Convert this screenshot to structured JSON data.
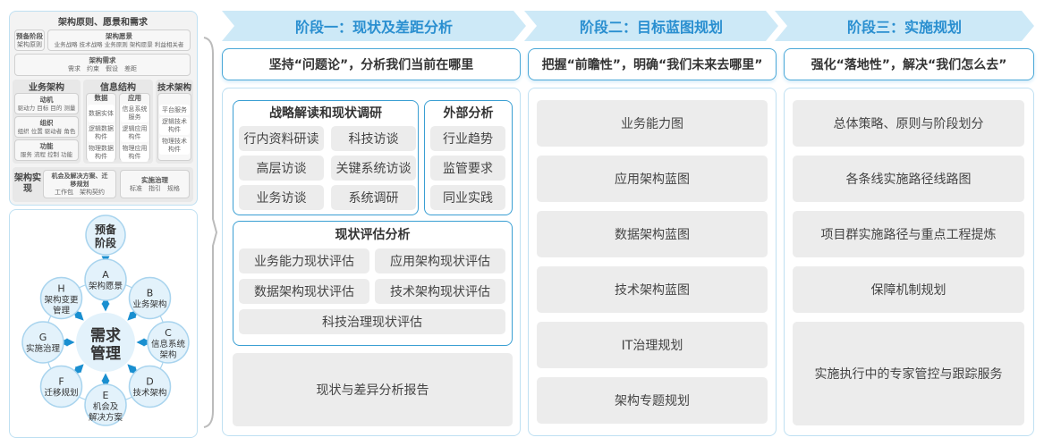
{
  "left_top": {
    "title": "架构原则、愿景和需求",
    "prelim": {
      "title": "预备阶段",
      "items": "架构原则"
    },
    "vision": {
      "title": "架构愿景",
      "items": "业务战略 技术战略 业务原则 架构愿景 利益相关者"
    },
    "req": {
      "title": "架构需求",
      "items": "需求　约束　假设　差距"
    },
    "biz": {
      "title": "业务架构",
      "blocks": [
        {
          "t": "动机",
          "d": "驱动力 目标 目的 测量"
        },
        {
          "t": "组织",
          "d": "组织 位置 驱动者 角色"
        },
        {
          "t": "功能",
          "d": "服务 流程 控制 功能"
        }
      ]
    },
    "info": {
      "title": "信息结构",
      "data": {
        "t": "数据",
        "items": [
          "数据实体",
          "逻辑数据构件",
          "物理数据构件"
        ]
      },
      "app": {
        "t": "应用",
        "items": [
          "信息系统服务",
          "逻辑应用构件",
          "物理应用构件"
        ]
      }
    },
    "tech": {
      "title": "技术架构",
      "items": [
        "平台服务",
        "逻辑技术构件",
        "物理技术构件"
      ]
    },
    "impl": {
      "title": "架构实现",
      "opp": {
        "t": "机会及解决方案、迁移规划",
        "d": "工作包　架构契约"
      },
      "gov": {
        "t": "实施治理",
        "d": "标准　指引　规格"
      }
    }
  },
  "cycle": {
    "prelim": [
      "预备",
      "阶段"
    ],
    "center": [
      "需求",
      "管理"
    ],
    "phases": [
      {
        "k": "A",
        "l": [
          "架构愿景"
        ]
      },
      {
        "k": "B",
        "l": [
          "业务架构"
        ]
      },
      {
        "k": "C",
        "l": [
          "信息系统",
          "架构"
        ]
      },
      {
        "k": "D",
        "l": [
          "技术架构"
        ]
      },
      {
        "k": "E",
        "l": [
          "机会及",
          "解决方案"
        ]
      },
      {
        "k": "F",
        "l": [
          "迁移规划"
        ]
      },
      {
        "k": "G",
        "l": [
          "实施治理"
        ]
      },
      {
        "k": "H",
        "l": [
          "架构变更",
          "管理"
        ]
      }
    ]
  },
  "stages": [
    {
      "title": "阶段一：现状及差距分析",
      "motto": "坚持“问题论”，分析我们当前在哪里",
      "survey": {
        "title": "战略解读和现状调研",
        "items": [
          "行内资料研读",
          "科技访谈",
          "高层访谈",
          "关键系统访谈",
          "业务访谈",
          "系统调研"
        ]
      },
      "external": {
        "title": "外部分析",
        "items": [
          "行业趋势",
          "监管要求",
          "同业实践"
        ]
      },
      "assess": {
        "title": "现状评估分析",
        "items": [
          "业务能力现状评估",
          "应用架构现状评估",
          "数据架构现状评估",
          "技术架构现状评估",
          "科技治理现状评估"
        ]
      },
      "report": "现状与差异分析报告"
    },
    {
      "title": "阶段二：目标蓝图规划",
      "motto": "把握“前瞻性”，明确“我们未来去哪里”",
      "items": [
        "业务能力图",
        "应用架构蓝图",
        "数据架构蓝图",
        "技术架构蓝图",
        "IT治理规划",
        "架构专题规划"
      ]
    },
    {
      "title": "阶段三：实施规划",
      "motto": "强化“落地性”，解决“我们怎么去”",
      "items": [
        "总体策略、原则与阶段划分",
        "各条线实施路径线路图",
        "项目群实施路径与重点工程提炼",
        "保障机制规划",
        "实施执行中的专家管控与跟踪服务"
      ]
    }
  ],
  "colors": {
    "accent": "#2a8fd0",
    "banner": "#cde9f7",
    "border": "#4aa8d8",
    "gray": "#ececec"
  }
}
